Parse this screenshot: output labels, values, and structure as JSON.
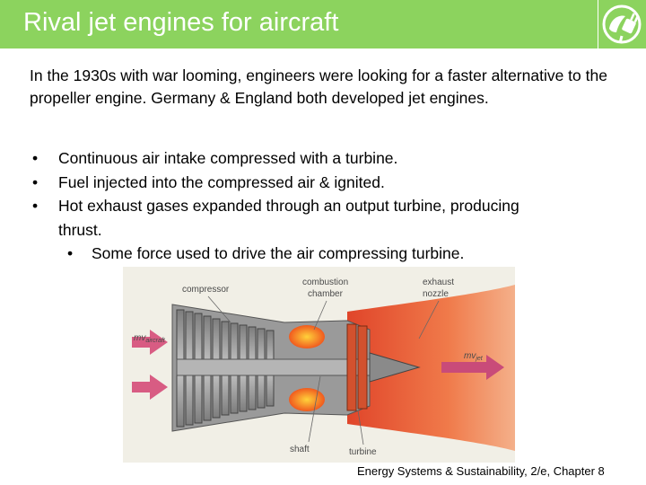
{
  "header": {
    "title": "Rival jet engines for aircraft",
    "logo_icon": "eco-plug-icon",
    "accent_color": "#8cd35e"
  },
  "intro": "In the 1930s with war looming, engineers were looking for a faster alternative to the propeller engine. Germany & England both developed jet engines.",
  "bullets": {
    "b1": "Continuous air intake compressed with a turbine.",
    "b2": "Fuel injected into the compressed air & ignited.",
    "b3_line1": "Hot exhaust gases expanded through an output turbine, producing",
    "b3_line2": "thrust.",
    "sub1": "Some force used to drive the air compressing turbine."
  },
  "figure": {
    "compressor": "compressor",
    "combustion_1": "combustion",
    "combustion_2": "chamber",
    "exhaust_1": "exhaust",
    "exhaust_2": "nozzle",
    "mv": "mv",
    "aircraft_sub": "aircraft",
    "jet_sub": "jet",
    "shaft": "shaft",
    "turbine": "turbine"
  },
  "footer": "Energy Systems & Sustainability, 2/e, Chapter 8"
}
